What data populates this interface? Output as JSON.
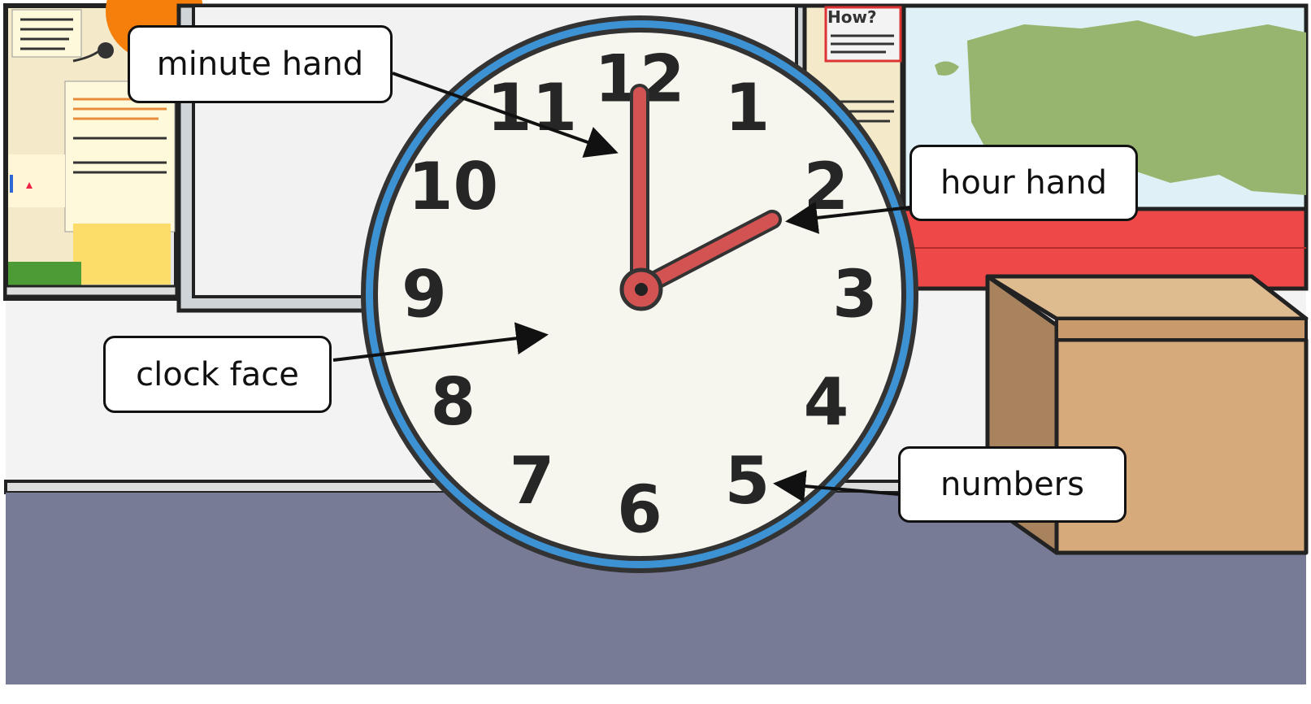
{
  "callouts": {
    "minute_hand": "minute hand",
    "hour_hand": "hour hand",
    "clock_face": "clock face",
    "numbers": "numbers"
  },
  "clock": {
    "numbers": [
      "12",
      "1",
      "2",
      "3",
      "4",
      "5",
      "6",
      "7",
      "8",
      "9",
      "10",
      "11"
    ],
    "time_shown": "2:00"
  },
  "background": {
    "sign_text": "How?"
  },
  "colors": {
    "clock_rim": "#3d92d4",
    "clock_face": "#f7f6ee",
    "hands": "#d35353",
    "wall": "#f3f3f3",
    "floor": "#787b96",
    "red_trim": "#ef4848",
    "box": "#d6aa7a",
    "map_land": "#97b56f",
    "map_sea": "#dff0f6"
  }
}
